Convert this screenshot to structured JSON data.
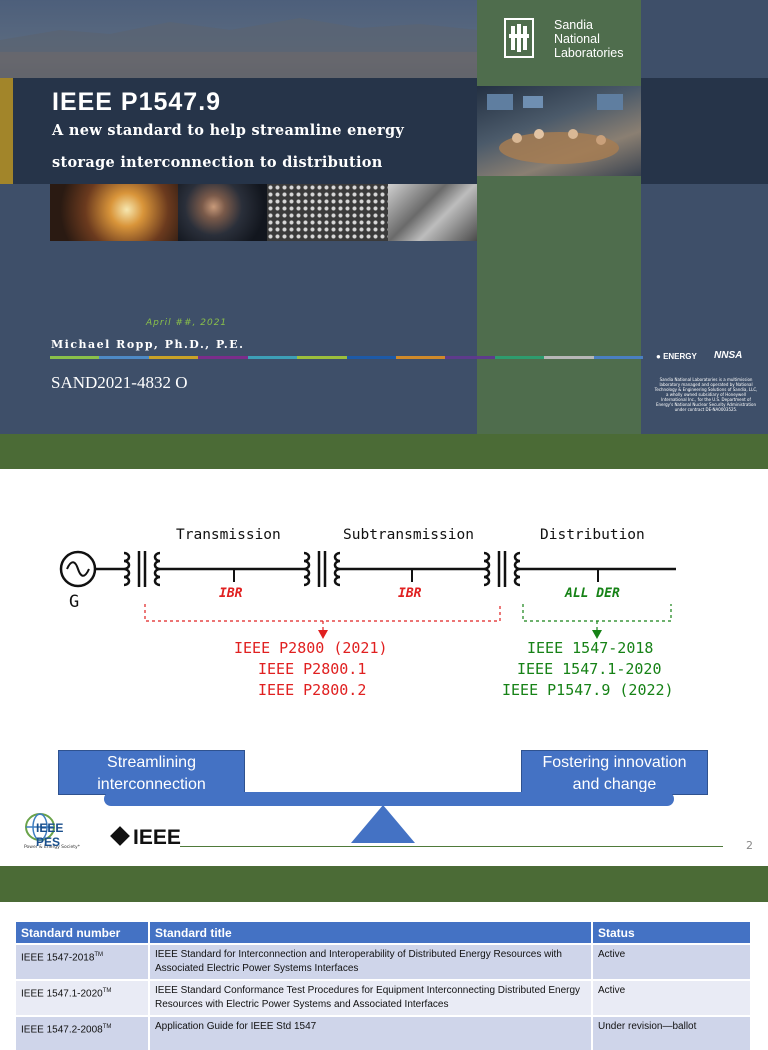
{
  "slide1": {
    "title": "IEEE P1547.9",
    "subtitle_line1": "A new standard to help streamline energy",
    "subtitle_line2": "storage interconnection to distribution",
    "date": "April ##, 2021",
    "presenter": "Michael Ropp, Ph.D., P.E.",
    "sand_number": "SAND2021-4832 O",
    "logo_lines": [
      "Sandia",
      "National",
      "Laboratories"
    ],
    "energy_logo": "ENERGY",
    "nnsa_logo": "NNSA",
    "fine_print": "Sandia National Laboratories is a multimission laboratory managed and operated by National Technology & Engineering Solutions of Sandia, LLC, a wholly owned subsidiary of Honeywell International Inc., for the U.S. Department of Energy's National Nuclear Security Administration under contract DE-NA0003525.",
    "colors": {
      "background": "#3e4f69",
      "title_band": "#263449",
      "accent": "#a2852a",
      "green_column": "#4f6d4d",
      "date_text": "#8ac04a"
    },
    "color_bar": [
      "#8ac04a",
      "#4e8ac6",
      "#c9a227",
      "#7b2d8b",
      "#3d9fb7",
      "#9cbf3c",
      "#1d5aa8",
      "#d08a2a",
      "#5e3b8c",
      "#2e9c6e",
      "#b7b7b7",
      "#4a7fc1"
    ],
    "photos": [
      "furnace-photo",
      "researcher-photo",
      "microstructure-photo",
      "metal-surface-photo"
    ]
  },
  "slide2": {
    "segments": [
      "Transmission",
      "Subtransmission",
      "Distribution"
    ],
    "generator_label": "G",
    "tags": [
      "IBR",
      "IBR",
      "ALL DER"
    ],
    "red_standards": [
      "IEEE P2800 (2021)",
      "IEEE P2800.1",
      "IEEE P2800.2"
    ],
    "green_standards": [
      "IEEE 1547-2018",
      "IEEE 1547.1-2020",
      "IEEE P1547.9 (2022)"
    ],
    "left_box_line1": "Streamlining",
    "left_box_line2": "interconnection",
    "right_box_line1": "Fostering innovation",
    "right_box_line2": "and change",
    "pes_logo_text": "IEEE PES",
    "pes_tagline": "Power & Energy Society*",
    "ieee_logo_text": "IEEE",
    "page_number": "2",
    "colors": {
      "red": "#e02020",
      "green": "#168216",
      "box_fill": "#4472c4"
    }
  },
  "slide3": {
    "headers": [
      "Standard number",
      "Standard title",
      "Status"
    ],
    "rows": [
      {
        "number": "IEEE 1547-2018",
        "tm": "TM",
        "title": "IEEE Standard for Interconnection and Interoperability of Distributed Energy Resources with Associated Electric Power Systems Interfaces",
        "status": "Active"
      },
      {
        "number": "IEEE 1547.1-2020",
        "tm": "TM",
        "title": "IEEE Standard Conformance Test Procedures for Equipment Interconnecting Distributed Energy Resources with Electric Power Systems and Associated Interfaces",
        "status": "Active"
      },
      {
        "number": "IEEE 1547.2-2008",
        "tm": "TM",
        "title": "Application Guide for IEEE Std 1547",
        "status": "Under revision—ballot"
      }
    ],
    "colors": {
      "header": "#4472c4",
      "row_odd": "#cfd5ea",
      "row_even": "#e9ebf5"
    }
  }
}
